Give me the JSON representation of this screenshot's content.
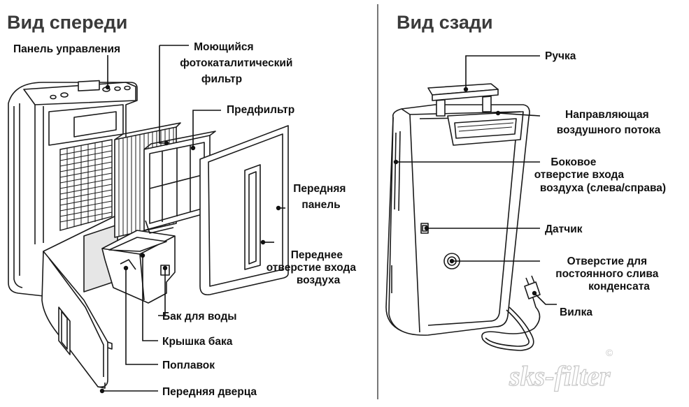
{
  "front": {
    "heading": "Вид спереди",
    "labels": {
      "control_panel": "Панель управления",
      "washable_filter": [
        "Моющийся",
        "фотокаталитический",
        "фильтр"
      ],
      "prefilter": "Предфильтр",
      "front_panel": [
        "Передняя",
        "панель"
      ],
      "front_air_inlet": [
        "Переднее",
        "отверстие входа",
        "воздуха"
      ],
      "water_tank": "Бак для воды",
      "tank_lid": "Крышка бака",
      "float": "Поплавок",
      "front_door": "Передняя дверца"
    }
  },
  "back": {
    "heading": "Вид сзади",
    "labels": {
      "handle": "Ручка",
      "airflow_guide": [
        "Направляющая",
        "воздушного потока"
      ],
      "side_air_inlet": [
        "Боковое",
        "отверстие входа",
        "воздуха (слева/справа)"
      ],
      "sensor": "Датчик",
      "drain_hole": [
        "Отверстие для",
        "постоянного слива",
        "конденсата"
      ],
      "plug": "Вилка"
    }
  },
  "watermark": "sks-filter",
  "watermark_symbol": "©",
  "colors": {
    "heading": "#3a3a3a",
    "label": "#111111",
    "line": "#1a1a1a",
    "watermark": "#c8c8c8"
  }
}
